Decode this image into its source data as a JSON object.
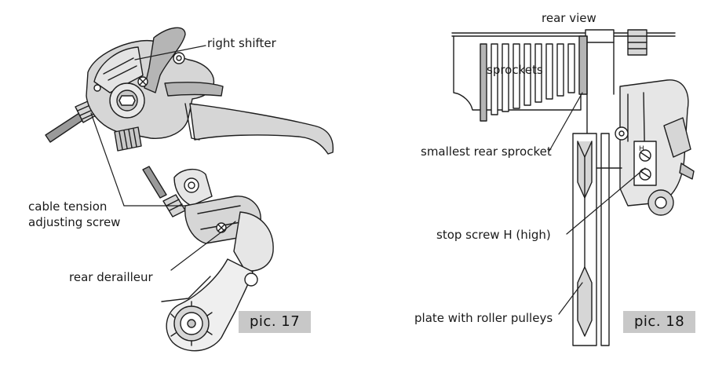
{
  "labels": {
    "right_shifter": "right shifter",
    "cable_tension_1": "cable tension",
    "cable_tension_2": "adjusting screw",
    "rear_derailleur": "rear derailleur",
    "rear_view": "rear view",
    "sprockets": "sprockets",
    "smallest_sprocket": "smallest rear sprocket",
    "stop_screw": "stop screw H (high)",
    "plate_pulleys": "plate with roller pulleys",
    "screw_letter": "H"
  },
  "badges": {
    "pic17": "pic. 17",
    "pic18": "pic. 18"
  },
  "colors": {
    "line": "#1e1e1e",
    "fill_light": "#d6d6d6",
    "fill_mid": "#b5b5b5",
    "badge_bg": "#c8c8c8"
  }
}
